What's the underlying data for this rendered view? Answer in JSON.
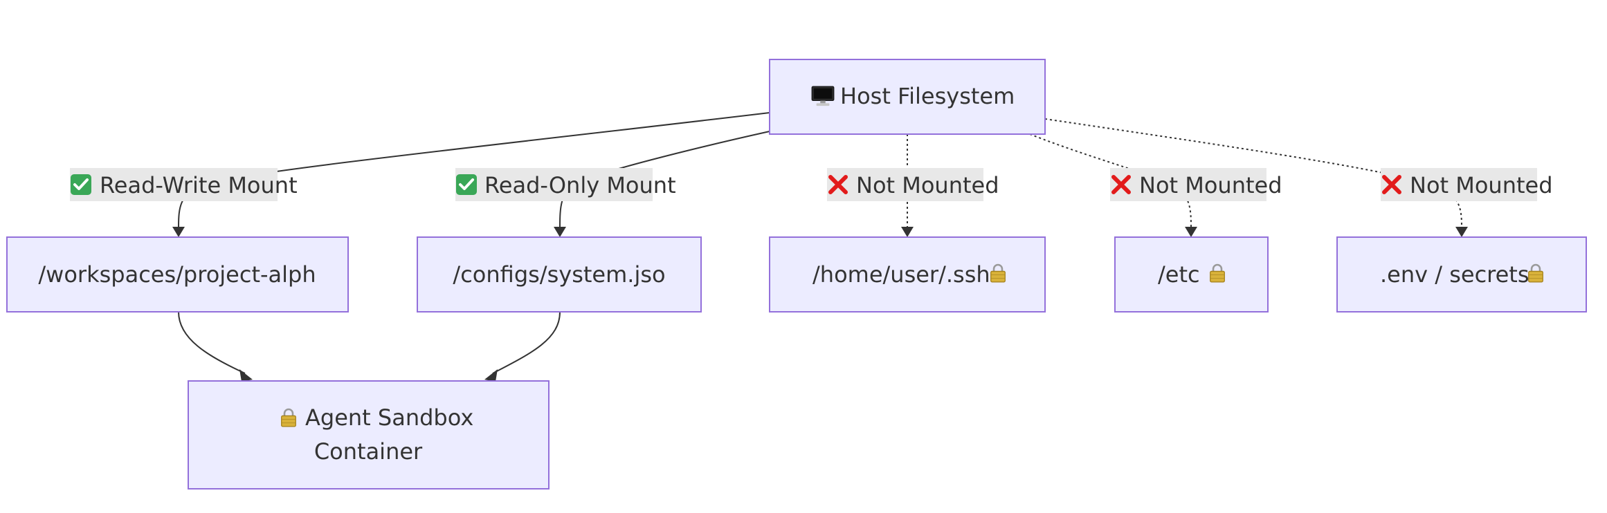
{
  "nodes": {
    "host": {
      "icon": "monitor-icon",
      "label": "Host Filesystem"
    },
    "workspaces": {
      "label": "/workspaces/project-alph"
    },
    "configs": {
      "label": "/configs/system.jso"
    },
    "ssh": {
      "label": "/home/user/.ssh",
      "icon": "lock-icon"
    },
    "etc": {
      "label": "/etc",
      "icon": "lock-icon"
    },
    "env": {
      "label": ".env / secrets",
      "icon": "lock-icon"
    },
    "sandbox": {
      "icon": "lock-icon",
      "line1": "Agent Sandbox",
      "line2": "Container"
    }
  },
  "edges": {
    "rw": {
      "icon": "check-icon",
      "label": "Read-Write Mount",
      "style": "solid"
    },
    "ro": {
      "icon": "check-icon",
      "label": "Read-Only Mount",
      "style": "solid"
    },
    "nm_ssh": {
      "icon": "cross-icon",
      "label": "Not Mounted",
      "style": "dotted"
    },
    "nm_etc": {
      "icon": "cross-icon",
      "label": "Not Mounted",
      "style": "dotted"
    },
    "nm_env": {
      "icon": "cross-icon",
      "label": "Not Mounted",
      "style": "dotted"
    }
  },
  "colors": {
    "node_fill": "#ececff",
    "node_stroke": "#9370db",
    "edge": "#333333",
    "label_bg": "#e8e8e8",
    "check_green": "#3aa757",
    "cross_red": "#e21b1b",
    "lock_gold": "#c9a227"
  }
}
